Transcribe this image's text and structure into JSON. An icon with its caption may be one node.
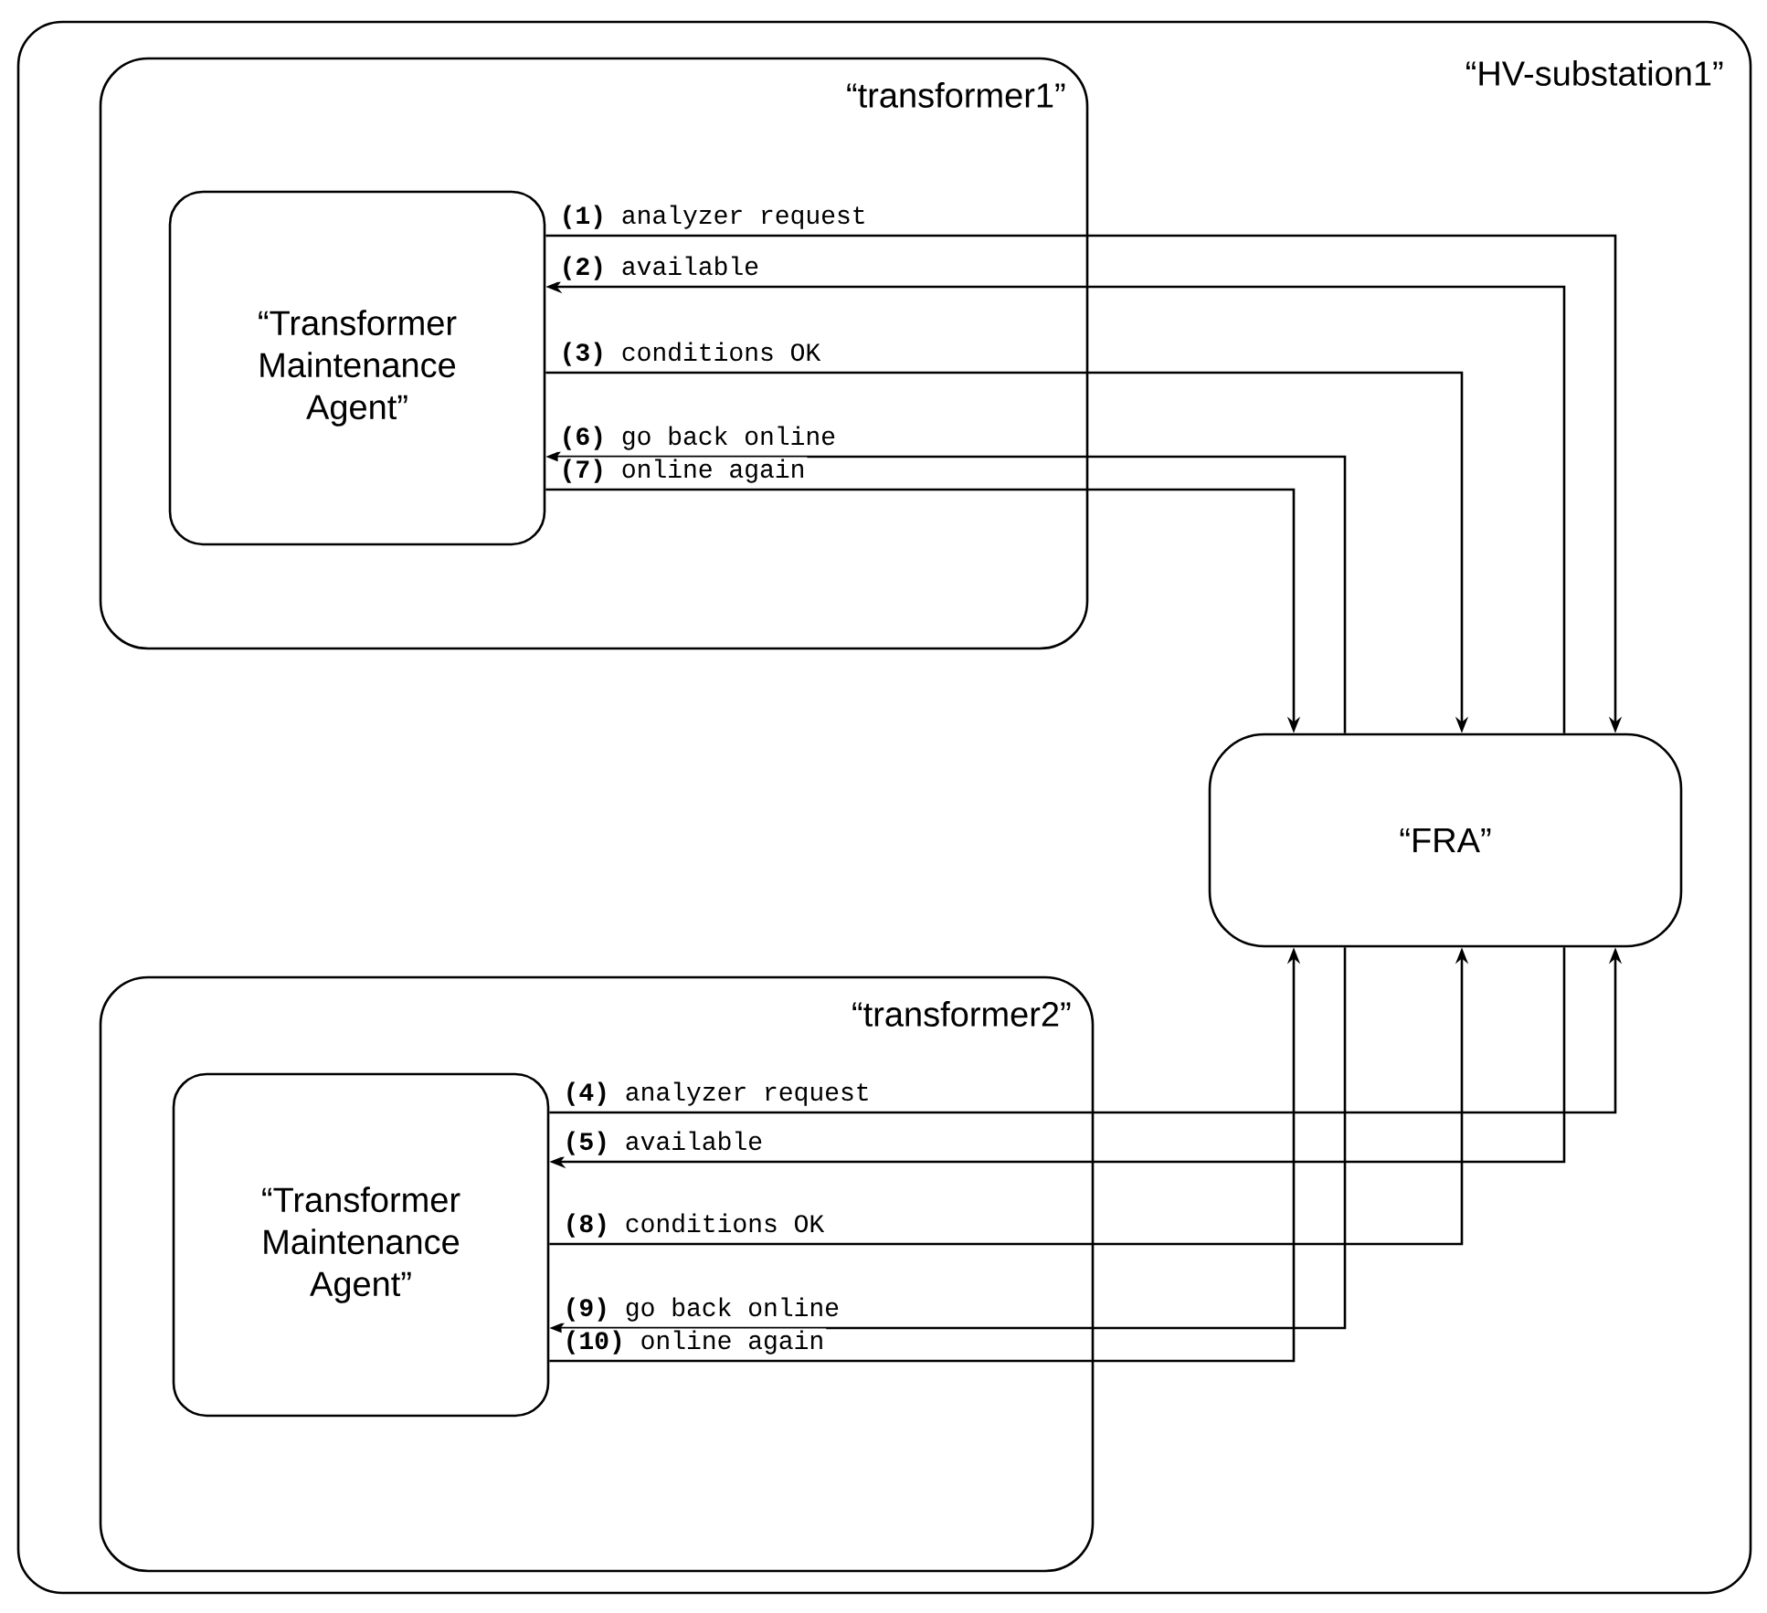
{
  "diagram": {
    "nodes": [
      {
        "text": [
          "“HV-substation1”"
        ]
      },
      {
        "text": [
          "“transformer1”"
        ],
        "in": 0
      },
      {
        "text": [
          "“Transformer Maintenance Agent”"
        ],
        "in": 1
      },
      {
        "text": [
          "“FRA”"
        ],
        "in": 0
      },
      {
        "text": [
          "“transformer2”"
        ],
        "in": 0
      },
      {
        "text": [
          "“Transformer Maintenance Agent”"
        ],
        "in": 4
      }
    ],
    "edges": [
      {
        "from": 2,
        "to": 3,
        "arrow": "to",
        "label": "**(1)** analyzer request"
      },
      {
        "from": 3,
        "to": 2,
        "arrow": "to",
        "label": "**(2)** available"
      },
      {
        "from": 2,
        "to": 3,
        "arrow": "to",
        "label": "**(3)** conditions OK"
      },
      {
        "from": 3,
        "to": 2,
        "arrow": "to",
        "label": "**(6)** go back online"
      },
      {
        "from": 2,
        "to": 3,
        "arrow": "to",
        "label": "**(7)** online again"
      },
      {
        "from": 5,
        "to": 3,
        "arrow": "to",
        "label": "**(4)** analyzer request"
      },
      {
        "from": 3,
        "to": 5,
        "arrow": "to",
        "label": "**(5)** available"
      },
      {
        "from": 5,
        "to": 3,
        "arrow": "to",
        "label": "**(8)** conditions OK"
      },
      {
        "from": 3,
        "to": 5,
        "arrow": "to",
        "label": "**(9)** go back online"
      },
      {
        "from": 5,
        "to": 3,
        "arrow": "to",
        "label": "**(10)** online again"
      }
    ]
  }
}
